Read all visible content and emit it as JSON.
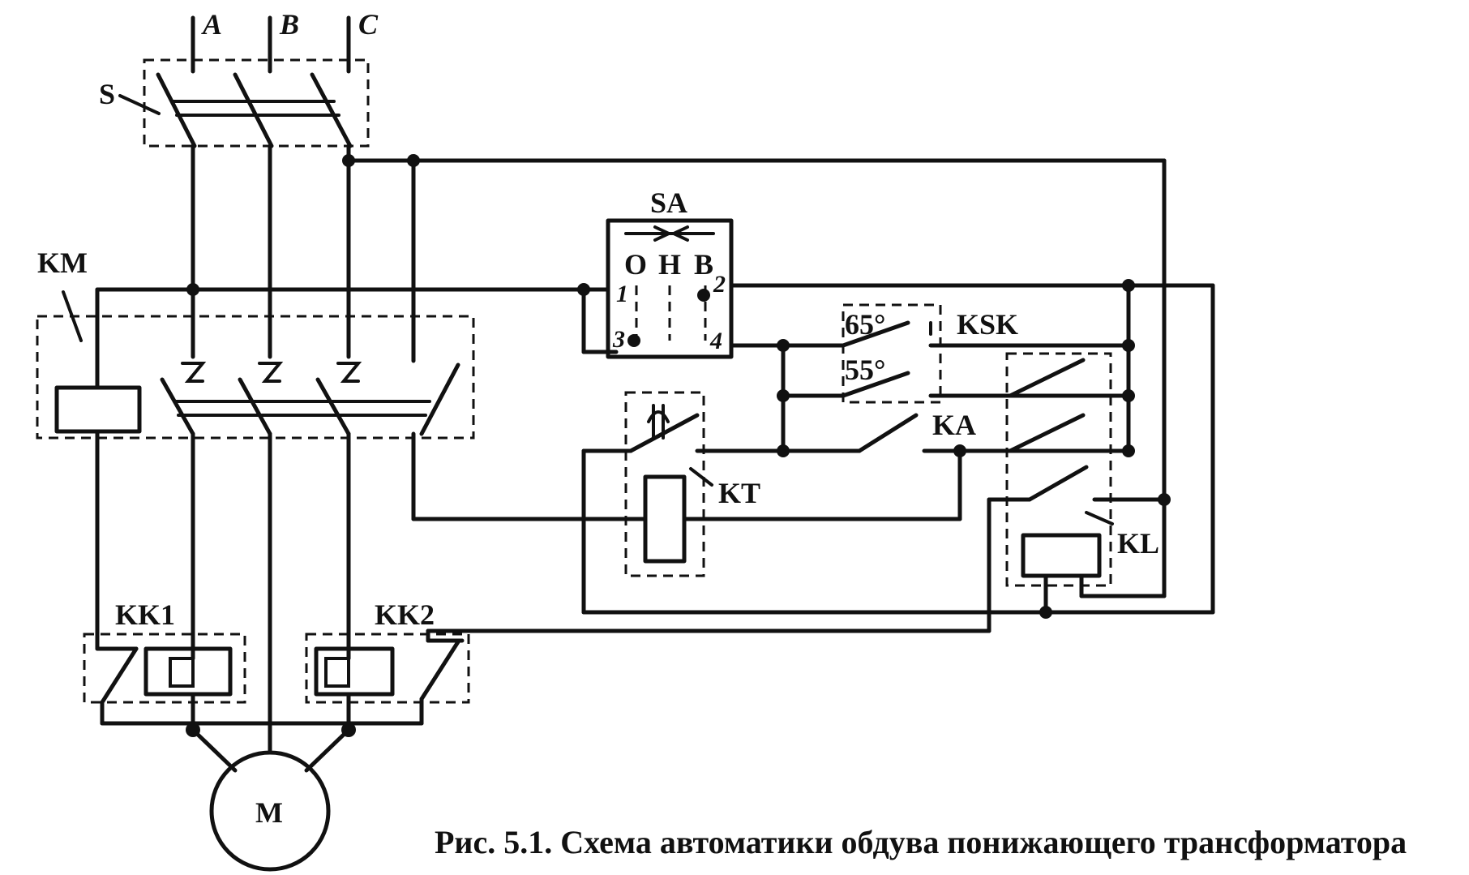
{
  "diagram": {
    "phases": [
      "A",
      "B",
      "C"
    ],
    "switch_label": "S",
    "contactor_label": "KM",
    "selector": {
      "label": "SA",
      "positions": [
        "O",
        "H",
        "B"
      ],
      "terminals": [
        "1",
        "2",
        "3",
        "4"
      ]
    },
    "thermostat": {
      "label": "KSK",
      "setpoint_high": "65°",
      "setpoint_low": "55°"
    },
    "relay_ka": "KA",
    "timer_relay": "KT",
    "relay_kl": "KL",
    "thermal_relays": [
      "KK1",
      "KK2"
    ],
    "motor": "M"
  },
  "caption": "Рис. 5.1. Схема автоматики обдува понижающего трансформатора"
}
